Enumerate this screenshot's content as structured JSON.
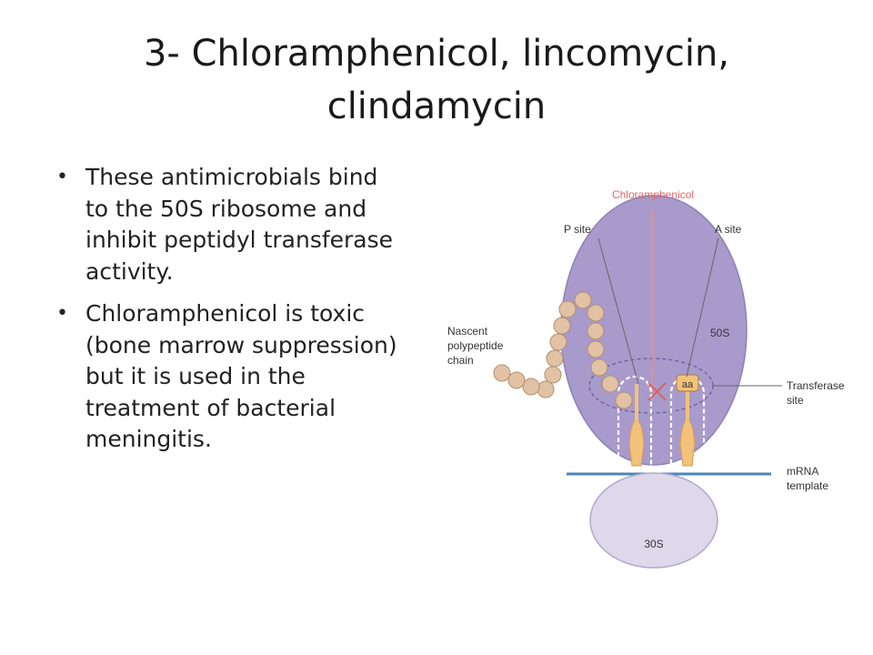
{
  "slide": {
    "title_line1": "3- Chloramphenicol, lincomycin,",
    "title_line2": "clindamycin",
    "bullets": [
      "These antimicrobials bind to the 50S ribosome and inhibit peptidyl transferase activity.",
      "Chloramphenicol is toxic (bone marrow suppression) but it is used in the treatment of bacterial meningitis."
    ]
  },
  "diagram": {
    "label_chloramphenicol": "Chloramphenicol",
    "label_p_site": "P site",
    "label_a_site": "A site",
    "label_50s": "50S",
    "label_30s": "30S",
    "label_aa": "aa",
    "label_nascent_1": "Nascent",
    "label_nascent_2": "polypeptide",
    "label_nascent_3": "chain",
    "label_transferase_1": "Transferase",
    "label_transferase_2": "site",
    "label_mrna_1": "mRNA",
    "label_mrna_2": "template",
    "colors": {
      "subunit_50s": "#a89acb",
      "subunit_30s": "#ddd8ea",
      "drug_line": "#e88a8a",
      "mrna": "#4a86b8",
      "bead": "#e2c2a4",
      "trna": "#f2c27a"
    }
  }
}
